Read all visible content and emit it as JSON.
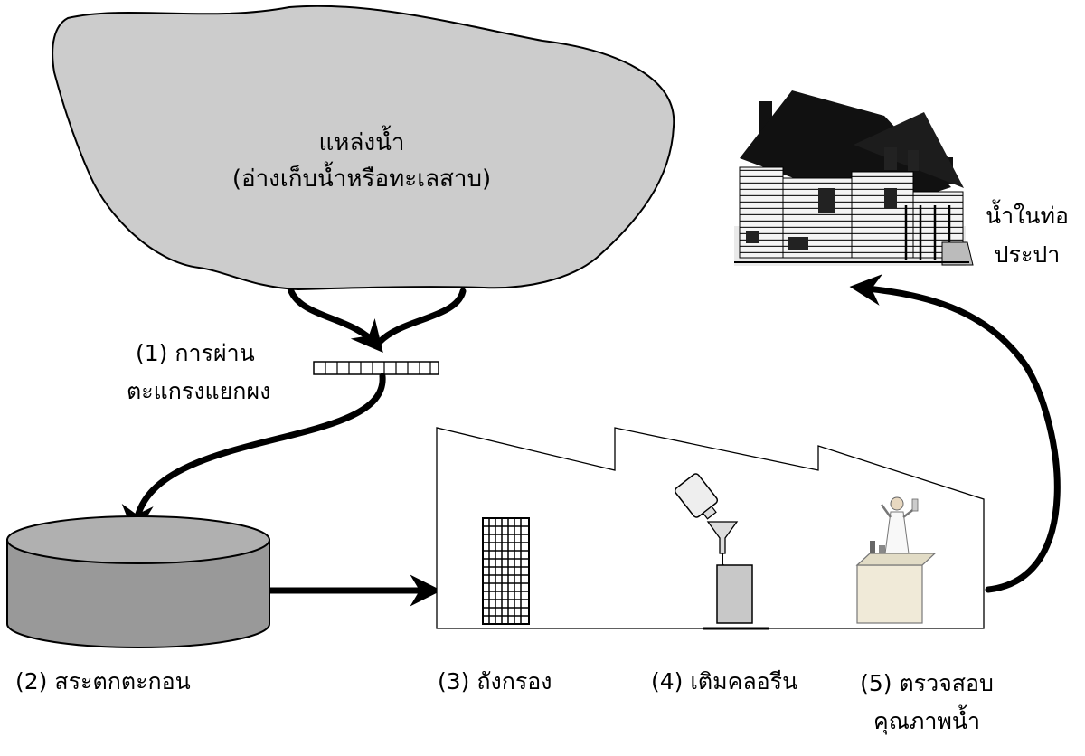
{
  "source": {
    "line1": "แหล่งน้ำ",
    "line2": "(อ่างเก็บน้ำหรือทะเลสาบ)"
  },
  "steps": [
    {
      "line1": "(1) การผ่าน",
      "line2": "ตะแกรงแยกผง"
    },
    {
      "line1": "(2) สระตกตะกอน"
    },
    {
      "line1": "(3) ถังกรอง"
    },
    {
      "line1": "(4) เติมคลอรีน"
    },
    {
      "line1": "(5) ตรวจสอบ",
      "line2": "คุณภาพน้ำ"
    }
  ],
  "destination": {
    "line1": "น้ำในท่อ",
    "line2": "ประปา"
  },
  "icons": {
    "source": "cloud-shaped-water-body",
    "screen": "grid-screen-icon",
    "basin": "cylinder-tank-icon",
    "filter": "grid-filter-icon",
    "chlorine": "bottle-funnel-icon",
    "lab": "scientist-at-bench-icon",
    "house": "house-icon"
  },
  "colors": {
    "cloud_fill": "#cccccc",
    "tank_fill": "#999999",
    "tank_top": "#b0b0b0",
    "flow": "#000000"
  }
}
